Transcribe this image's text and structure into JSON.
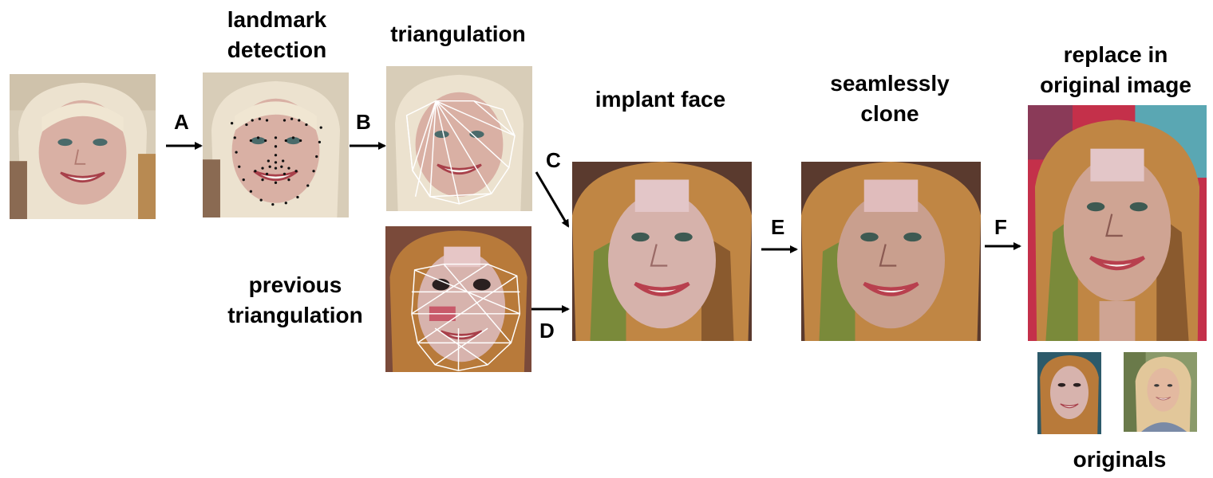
{
  "labels": {
    "landmark": [
      "landmark",
      "detection"
    ],
    "triangulation": "triangulation",
    "implant": "implant face",
    "seamless": [
      "seamlessly",
      "clone"
    ],
    "replace": [
      "replace in",
      "original image"
    ],
    "previous": [
      "previous",
      "triangulation"
    ],
    "originals": "originals"
  },
  "steps": {
    "a": "A",
    "b": "B",
    "c": "C",
    "d": "D",
    "e": "E",
    "f": "F"
  },
  "colors": {
    "blonde_hair": "#e8dcc6",
    "brown_hair": "#b87a3a",
    "skin": "#d9b0a4",
    "accent_red": "#c4304a",
    "teal": "#5aa7b3",
    "landmark_dot": "#111111",
    "mesh_line": "#ffffff"
  }
}
